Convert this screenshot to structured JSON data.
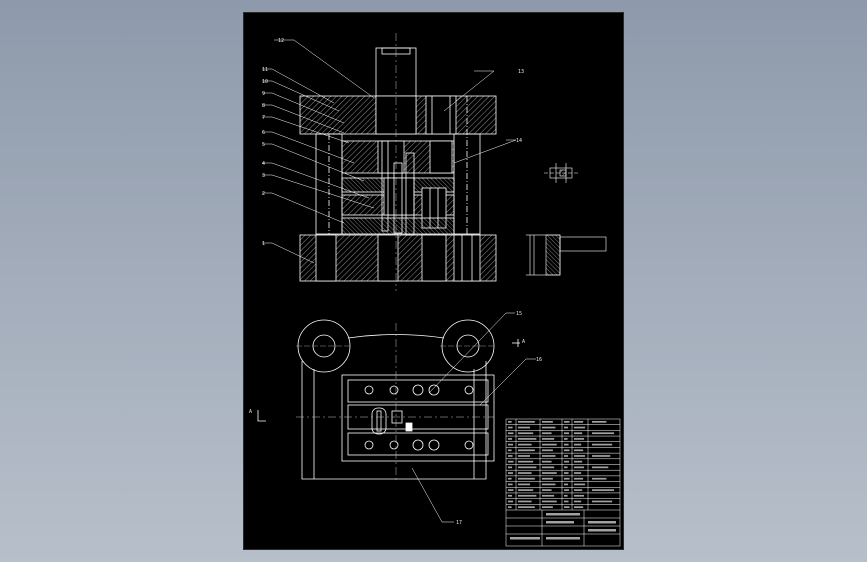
{
  "drawing": {
    "part_labels": [
      "1",
      "2",
      "3",
      "4",
      "5",
      "6",
      "7",
      "8",
      "9",
      "10",
      "11",
      "12",
      "13",
      "14",
      "15",
      "16",
      "17"
    ],
    "view_marks": {
      "left": "A",
      "right": "A"
    }
  },
  "title_block": {
    "bom_rows": 16,
    "main_title": "",
    "drawing_no": "",
    "bottom_caption": ""
  },
  "colors": {
    "sheet": "#000000",
    "lines": "#ffffff",
    "centerline": "#bfbfbf",
    "desktop": "#9aa5b4"
  }
}
